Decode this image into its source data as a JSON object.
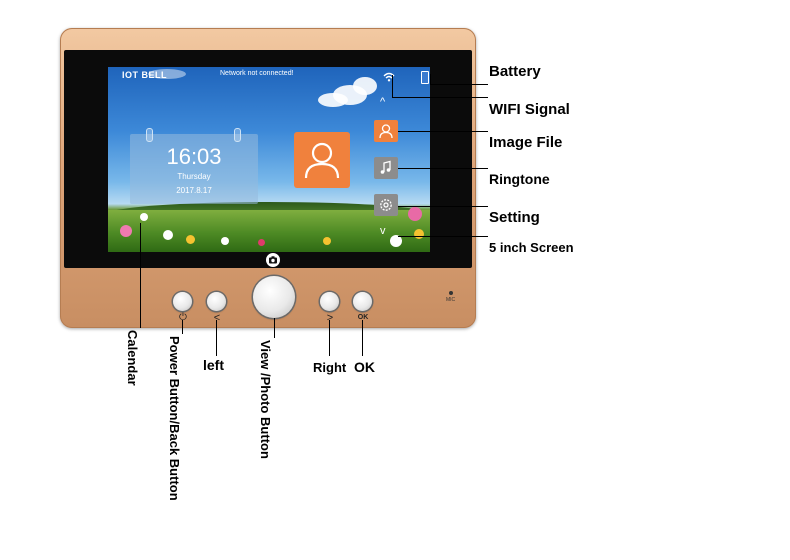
{
  "screen": {
    "brand": "IOT BELL",
    "network_status": "Network not connected!",
    "calendar": {
      "time": "16:03",
      "weekday": "Thursday",
      "date": "2017.8.17"
    }
  },
  "hardware": {
    "power_button_mark": "⏻",
    "left_button_mark": "<",
    "right_button_mark": ">",
    "ok_button_mark": "OK",
    "mic_label": "MIC"
  },
  "annotations": {
    "battery": "Battery",
    "wifi_signal": "WIFI Signal",
    "image_file": "Image File",
    "ringtone": "Ringtone",
    "setting": "Setting",
    "screen_size": "5 inch Screen",
    "calendar": "Calendar",
    "power_back": "Power Button/Back Button",
    "left": "left",
    "view_photo": "View /Photo Button",
    "right": "Right",
    "ok": "OK"
  },
  "icons": {
    "camera": "camera-icon",
    "person": "person-icon",
    "music": "music-note-icon",
    "gear": "gear-icon",
    "wifi": "wifi-icon",
    "battery": "battery-icon",
    "chevron_up": "chevron-up-icon",
    "chevron_down": "chevron-down-icon"
  },
  "colors": {
    "device_body": "#dea57a",
    "bezel": "#0b0b0b",
    "accent_orange": "#f0813d",
    "menu_gray": "#8c8c8c"
  }
}
